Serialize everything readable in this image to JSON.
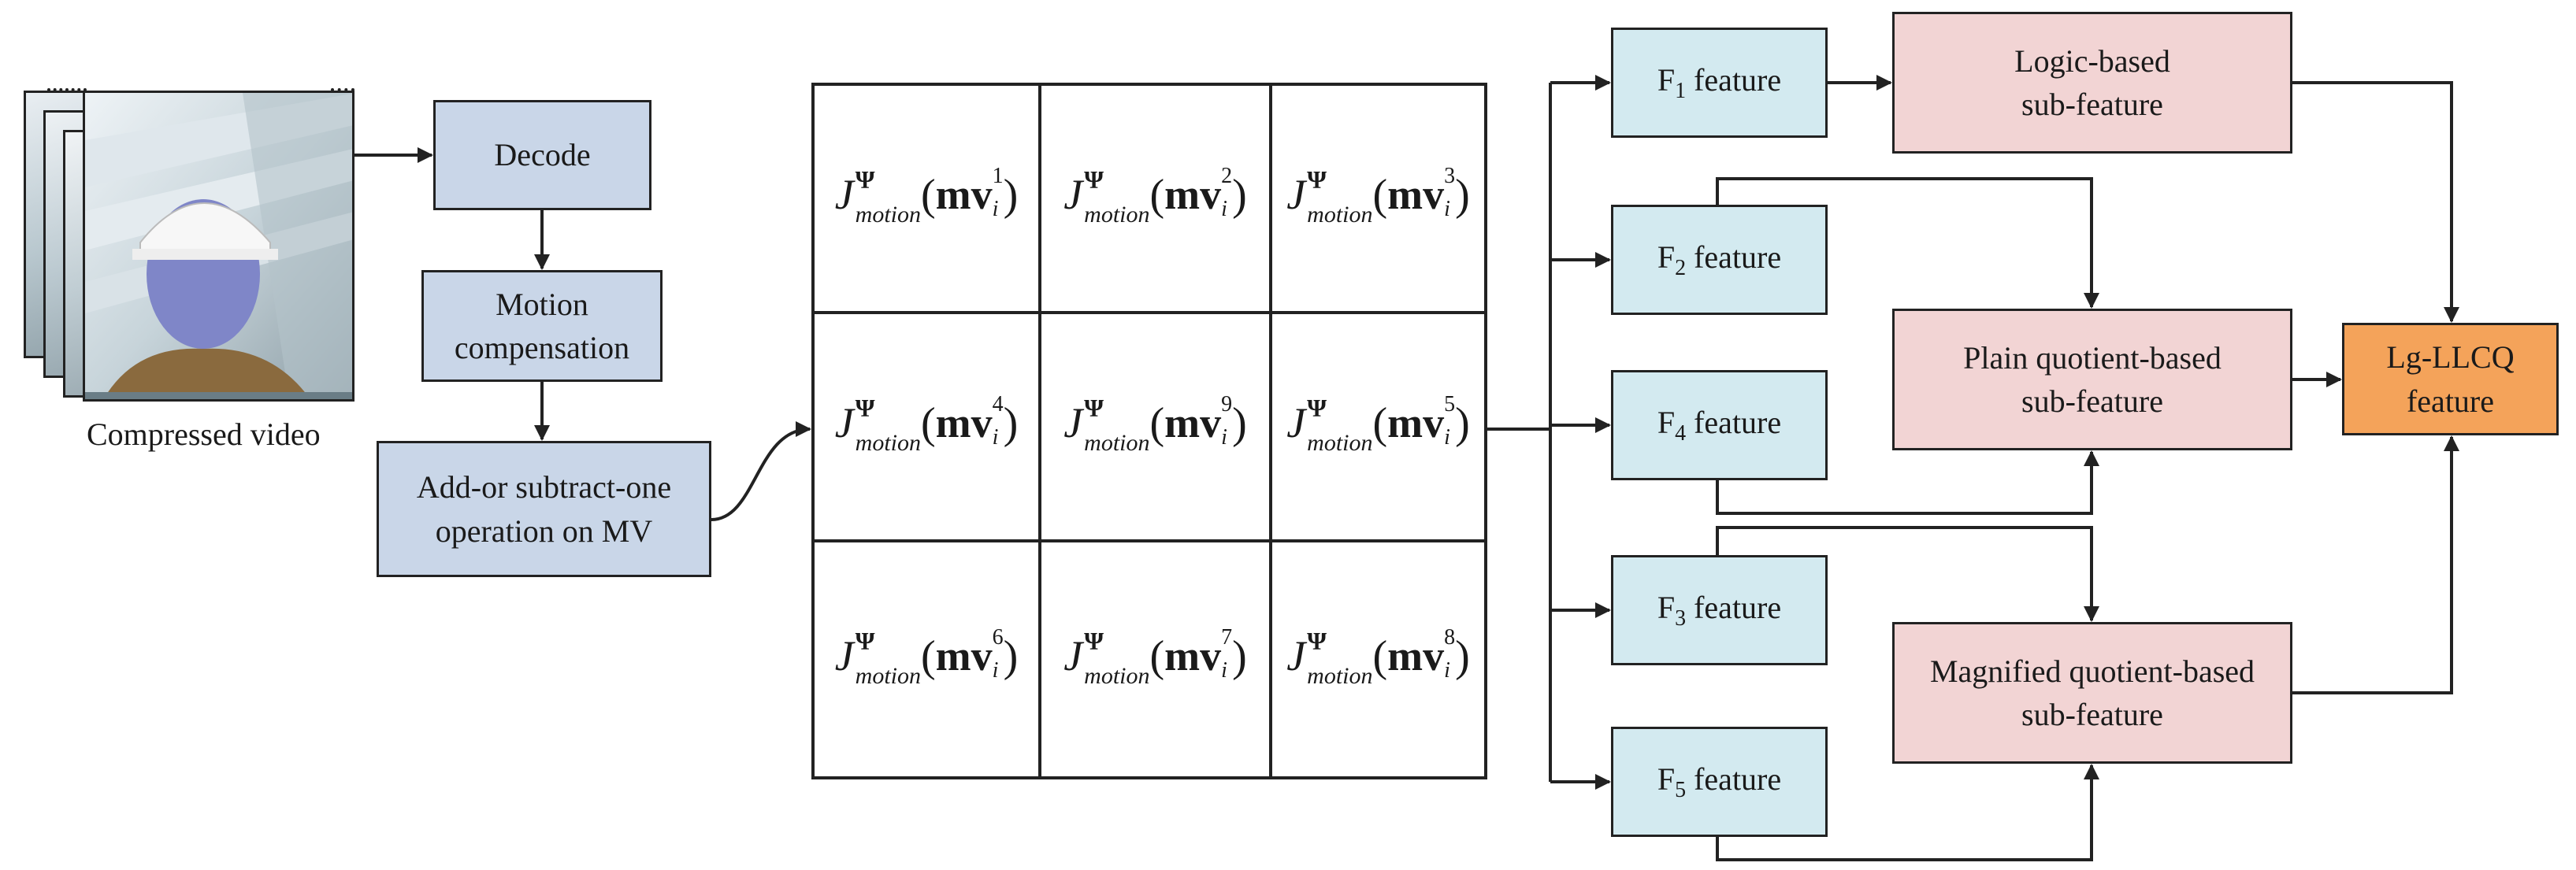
{
  "input": {
    "caption": "Compressed video"
  },
  "pipeline": {
    "decode": "Decode",
    "motion_comp_line1": "Motion",
    "motion_comp_line2": "compensation",
    "addsub_line1": "Add-or subtract-one",
    "addsub_line2": "operation on MV"
  },
  "grid": {
    "symbol": "J",
    "superscript": "Ψ",
    "subscript": "motion",
    "vector": "mv",
    "index": "i",
    "cells": [
      "1",
      "2",
      "3",
      "4",
      "9",
      "5",
      "6",
      "7",
      "8"
    ]
  },
  "features": [
    {
      "prefix": "F",
      "sub": "1",
      "suffix": " feature"
    },
    {
      "prefix": "F",
      "sub": "2",
      "suffix": " feature"
    },
    {
      "prefix": "F",
      "sub": "4",
      "suffix": " feature"
    },
    {
      "prefix": "F",
      "sub": "3",
      "suffix": " feature"
    },
    {
      "prefix": "F",
      "sub": "5",
      "suffix": " feature"
    }
  ],
  "subfeatures": {
    "logic_line1": "Logic-based",
    "logic_line2": "sub-feature",
    "plain_line1": "Plain quotient-based",
    "plain_line2": "sub-feature",
    "magnified_line1": "Magnified quotient-based",
    "magnified_line2": "sub-feature"
  },
  "output": {
    "line1": "Lg-LLCQ",
    "line2": "feature"
  },
  "colors": {
    "pipeline_fill": "#c9d6e8",
    "feature_fill": "#d3eaf0",
    "subfeature_fill": "#f2d4d4",
    "output_fill": "#f4a35a"
  }
}
